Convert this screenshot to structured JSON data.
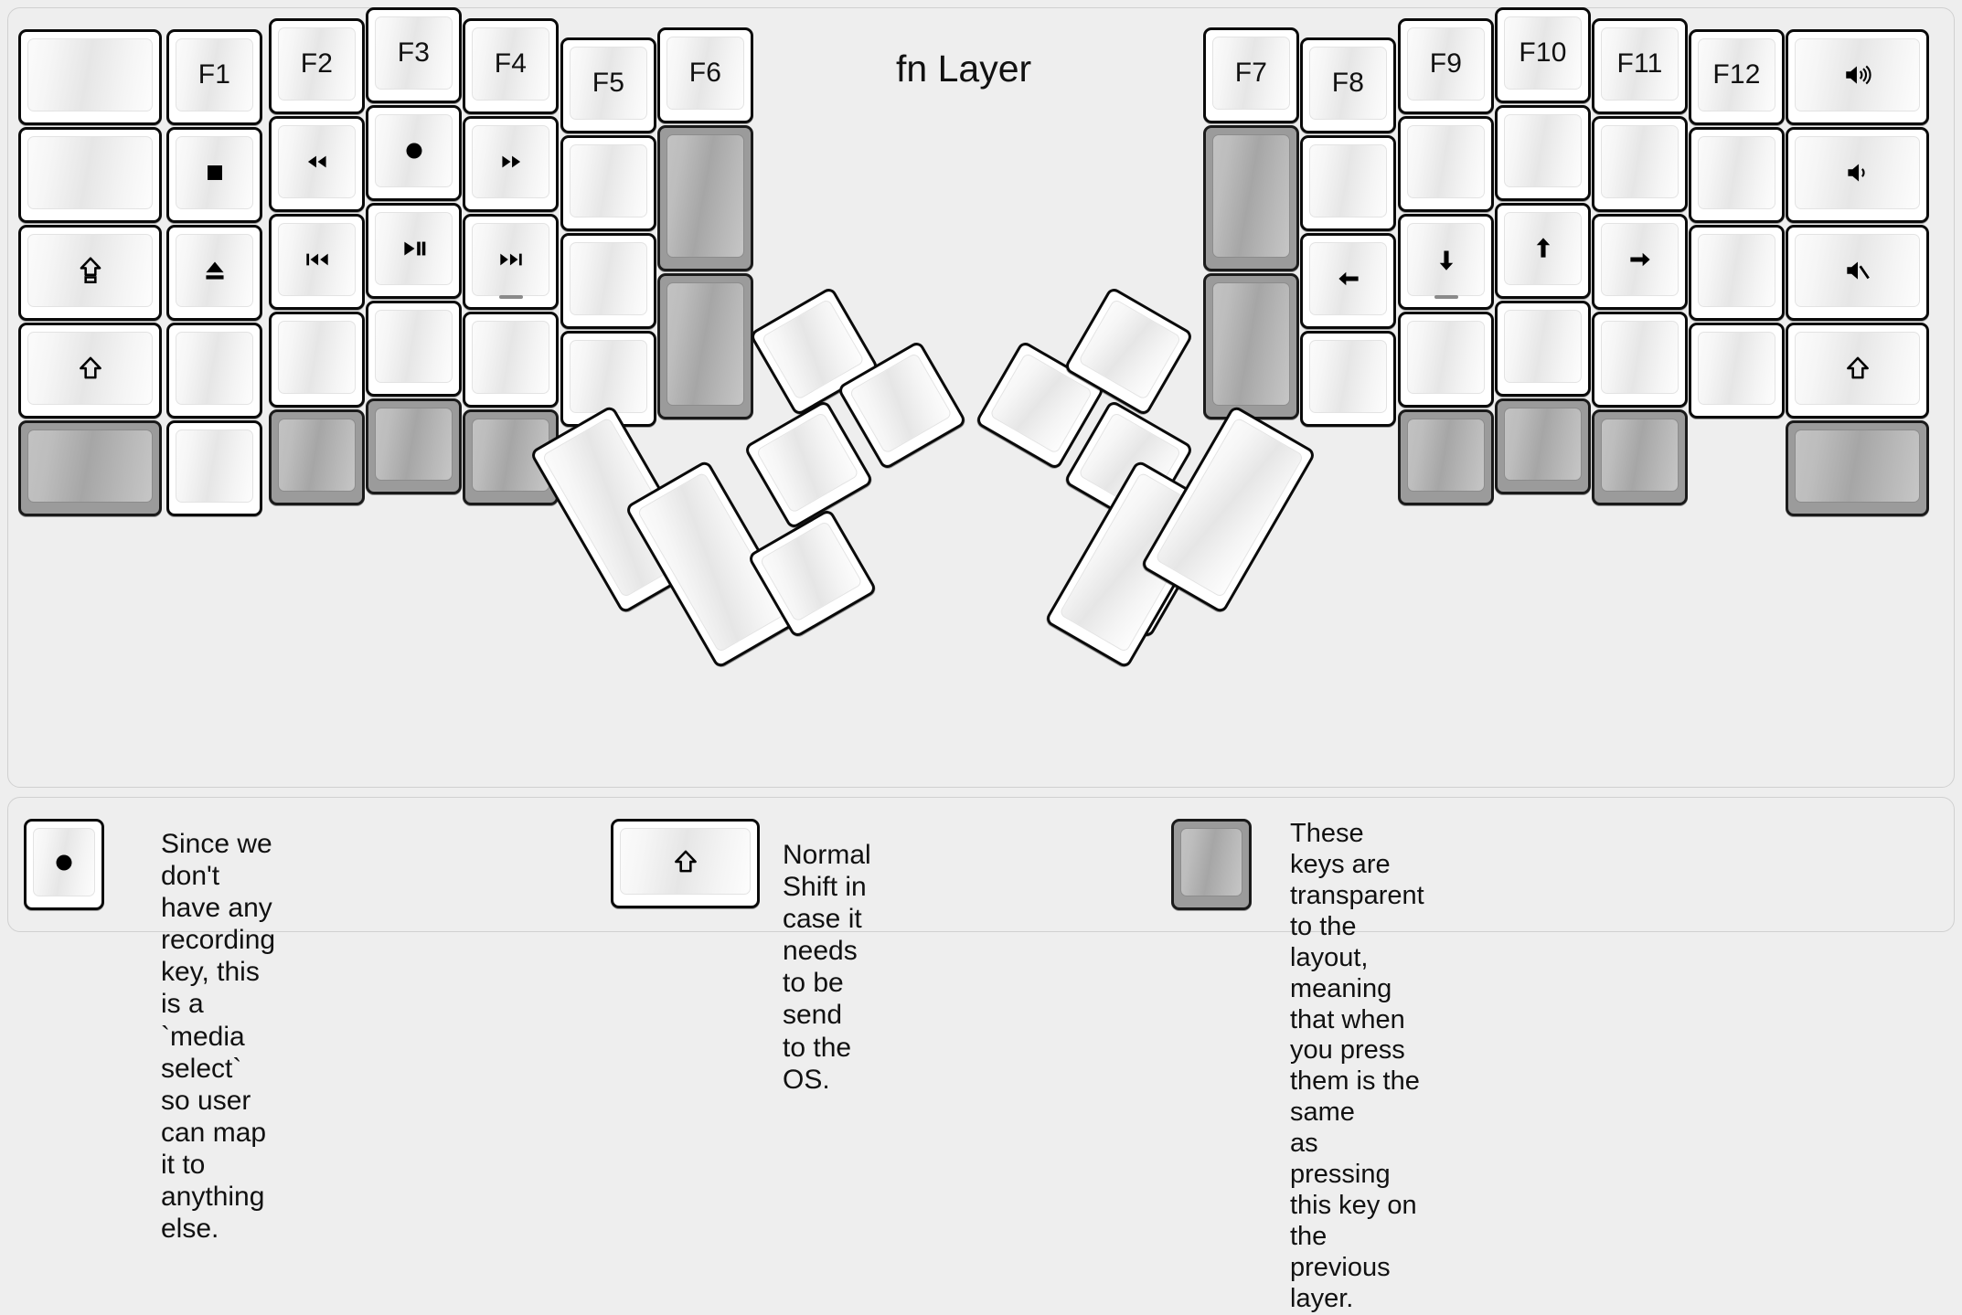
{
  "title": "fn Layer",
  "colors": {
    "background": "#eeeeee",
    "key_face": "#ffffff",
    "key_outline": "#0a0a0a",
    "transparent_key": "#9b9b9b",
    "text": "#111111"
  },
  "legend": [
    {
      "id": "record-note",
      "icon": "record-circle-icon",
      "key_kind": "white",
      "text": "Since we don't have any recording\nkey, this is a `media select` so user\ncan map it to anything else."
    },
    {
      "id": "shift-note",
      "icon": "shift-arrow-icon",
      "key_kind": "white",
      "text": "Normal Shift in case it needs\nto be send to the OS."
    },
    {
      "id": "transparent-note",
      "icon": "blank-icon",
      "key_kind": "transparent",
      "text": "These keys are transparent to the layout,\nmeaning that when you press them is the same\nas pressing this key on the previous layer."
    }
  ],
  "left_half": {
    "columns": [
      {
        "name": "pinky-outer",
        "keys": [
          {
            "label": "",
            "icon": "",
            "kind": "white"
          },
          {
            "label": "",
            "icon": "",
            "kind": "white"
          },
          {
            "label": "",
            "icon": "caps-lock-icon",
            "kind": "white"
          },
          {
            "label": "",
            "icon": "shift-arrow-icon",
            "kind": "white"
          },
          {
            "label": "",
            "icon": "",
            "kind": "transparent"
          }
        ]
      },
      {
        "name": "pinky",
        "keys": [
          {
            "label": "F1",
            "icon": "",
            "kind": "white"
          },
          {
            "label": "",
            "icon": "stop-icon",
            "kind": "white"
          },
          {
            "label": "",
            "icon": "eject-icon",
            "kind": "white"
          },
          {
            "label": "",
            "icon": "",
            "kind": "white"
          },
          {
            "label": "",
            "icon": "",
            "kind": "white"
          }
        ]
      },
      {
        "name": "ring",
        "keys": [
          {
            "label": "F2",
            "icon": "",
            "kind": "white"
          },
          {
            "label": "",
            "icon": "rewind-icon",
            "kind": "white"
          },
          {
            "label": "",
            "icon": "previous-track-icon",
            "kind": "white"
          },
          {
            "label": "",
            "icon": "",
            "kind": "white"
          },
          {
            "label": "",
            "icon": "",
            "kind": "transparent"
          }
        ]
      },
      {
        "name": "middle",
        "keys": [
          {
            "label": "F3",
            "icon": "",
            "kind": "white"
          },
          {
            "label": "",
            "icon": "record-circle-icon",
            "kind": "white"
          },
          {
            "label": "",
            "icon": "play-pause-icon",
            "kind": "white"
          },
          {
            "label": "",
            "icon": "",
            "kind": "white"
          },
          {
            "label": "",
            "icon": "",
            "kind": "transparent"
          }
        ]
      },
      {
        "name": "index",
        "keys": [
          {
            "label": "F4",
            "icon": "",
            "kind": "white"
          },
          {
            "label": "",
            "icon": "fast-forward-icon",
            "kind": "white"
          },
          {
            "label": "",
            "icon": "next-track-icon",
            "kind": "white",
            "homing": true
          },
          {
            "label": "",
            "icon": "",
            "kind": "white"
          },
          {
            "label": "",
            "icon": "",
            "kind": "transparent"
          }
        ]
      },
      {
        "name": "inner",
        "keys": [
          {
            "label": "F5",
            "icon": "",
            "kind": "white"
          },
          {
            "label": "",
            "icon": "",
            "kind": "white"
          },
          {
            "label": "",
            "icon": "",
            "kind": "white"
          },
          {
            "label": "",
            "icon": "",
            "kind": "white"
          }
        ]
      },
      {
        "name": "inner-most",
        "keys": [
          {
            "label": "F6",
            "icon": "",
            "kind": "white"
          },
          {
            "label": "",
            "icon": "",
            "kind": "transparent"
          },
          {
            "label": "",
            "icon": "",
            "kind": "transparent"
          }
        ]
      }
    ],
    "thumb_keys": [
      {
        "name": "thumb-1",
        "icon": "",
        "kind": "white",
        "size": "2u"
      },
      {
        "name": "thumb-2",
        "icon": "",
        "kind": "white",
        "size": "2u"
      },
      {
        "name": "thumb-3",
        "icon": "",
        "kind": "white",
        "size": "1u"
      },
      {
        "name": "thumb-4",
        "icon": "",
        "kind": "white",
        "size": "1u"
      },
      {
        "name": "thumb-5",
        "icon": "",
        "kind": "white",
        "size": "1u"
      },
      {
        "name": "thumb-6",
        "icon": "",
        "kind": "white",
        "size": "1u"
      }
    ]
  },
  "right_half": {
    "columns": [
      {
        "name": "inner-most",
        "keys": [
          {
            "label": "F7",
            "icon": "",
            "kind": "white"
          },
          {
            "label": "",
            "icon": "",
            "kind": "transparent"
          },
          {
            "label": "",
            "icon": "",
            "kind": "transparent"
          }
        ]
      },
      {
        "name": "inner",
        "keys": [
          {
            "label": "F8",
            "icon": "",
            "kind": "white"
          },
          {
            "label": "",
            "icon": "",
            "kind": "white"
          },
          {
            "label": "",
            "icon": "arrow-left-icon",
            "kind": "white"
          },
          {
            "label": "",
            "icon": "",
            "kind": "white"
          }
        ]
      },
      {
        "name": "index",
        "keys": [
          {
            "label": "F9",
            "icon": "",
            "kind": "white"
          },
          {
            "label": "",
            "icon": "",
            "kind": "white"
          },
          {
            "label": "",
            "icon": "arrow-down-icon",
            "kind": "white",
            "homing": true
          },
          {
            "label": "",
            "icon": "",
            "kind": "white"
          },
          {
            "label": "",
            "icon": "",
            "kind": "transparent"
          }
        ]
      },
      {
        "name": "middle",
        "keys": [
          {
            "label": "F10",
            "icon": "",
            "kind": "white"
          },
          {
            "label": "",
            "icon": "",
            "kind": "white"
          },
          {
            "label": "",
            "icon": "arrow-up-icon",
            "kind": "white"
          },
          {
            "label": "",
            "icon": "",
            "kind": "white"
          },
          {
            "label": "",
            "icon": "",
            "kind": "transparent"
          }
        ]
      },
      {
        "name": "ring",
        "keys": [
          {
            "label": "F11",
            "icon": "",
            "kind": "white"
          },
          {
            "label": "",
            "icon": "",
            "kind": "white"
          },
          {
            "label": "",
            "icon": "arrow-right-icon",
            "kind": "white"
          },
          {
            "label": "",
            "icon": "",
            "kind": "white"
          },
          {
            "label": "",
            "icon": "",
            "kind": "transparent"
          }
        ]
      },
      {
        "name": "pinky",
        "keys": [
          {
            "label": "F12",
            "icon": "",
            "kind": "white"
          },
          {
            "label": "",
            "icon": "",
            "kind": "white"
          },
          {
            "label": "",
            "icon": "",
            "kind": "white"
          },
          {
            "label": "",
            "icon": "",
            "kind": "white"
          }
        ]
      },
      {
        "name": "pinky-outer",
        "keys": [
          {
            "label": "",
            "icon": "volume-up-icon",
            "kind": "white"
          },
          {
            "label": "",
            "icon": "volume-down-icon",
            "kind": "white"
          },
          {
            "label": "",
            "icon": "volume-mute-icon",
            "kind": "white"
          },
          {
            "label": "",
            "icon": "shift-arrow-icon",
            "kind": "white"
          },
          {
            "label": "",
            "icon": "",
            "kind": "transparent"
          }
        ]
      }
    ],
    "thumb_keys": [
      {
        "name": "thumb-1",
        "icon": "",
        "kind": "white",
        "size": "1u"
      },
      {
        "name": "thumb-2",
        "icon": "",
        "kind": "white",
        "size": "1u"
      },
      {
        "name": "thumb-3",
        "icon": "",
        "kind": "white",
        "size": "1u"
      },
      {
        "name": "thumb-4",
        "icon": "",
        "kind": "white",
        "size": "1u"
      },
      {
        "name": "thumb-5",
        "icon": "",
        "kind": "white",
        "size": "2u"
      },
      {
        "name": "thumb-6",
        "icon": "",
        "kind": "white",
        "size": "2u"
      }
    ]
  }
}
